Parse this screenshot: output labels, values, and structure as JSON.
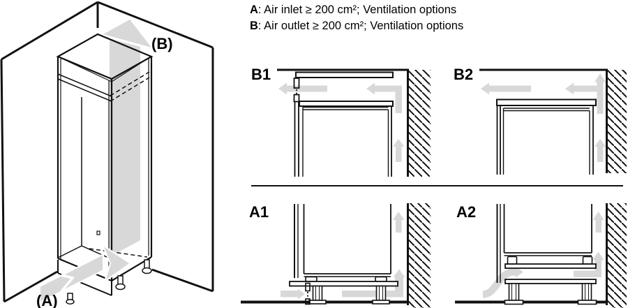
{
  "figure": {
    "type": "appliance-installation-ventilation-diagram",
    "legend": {
      "items": [
        {
          "key": "A",
          "text": ": Air inlet ≥ 200 cm²; Ventilation options"
        },
        {
          "key": "B",
          "text": ": Air outlet ≥ 200 cm²; Ventilation options"
        }
      ]
    },
    "overview": {
      "air_outlet_label": "(B)",
      "air_inlet_label": "(A)"
    },
    "sections": {
      "b1": "B1",
      "b2": "B2",
      "a1": "A1",
      "a2": "A2"
    },
    "colors": {
      "line": "#111111",
      "arrow": "#d8d8d8",
      "background": "#ffffff"
    }
  }
}
